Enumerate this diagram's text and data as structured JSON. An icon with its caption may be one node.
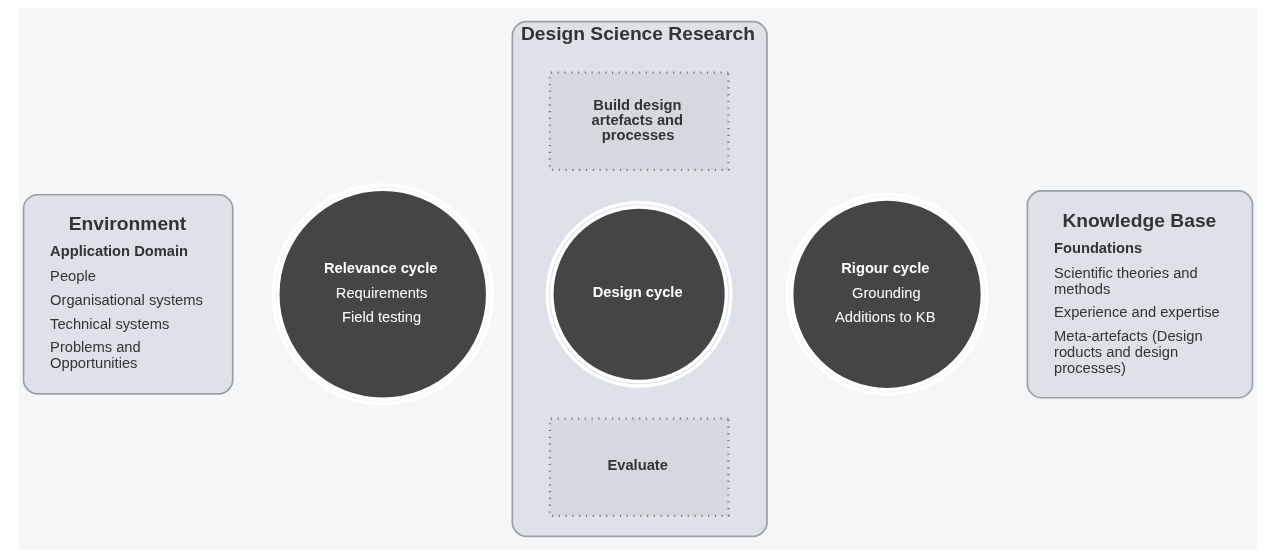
{
  "diagram": {
    "nodes": [
      {
        "text": [
          "Environment",
          "Application Domain",
          "People",
          "Organisational systems",
          "Technical systems",
          "Problems and Opportunities"
        ]
      },
      {
        "text": [
          "Design Science Research"
        ]
      },
      {
        "text": [
          "Build design artefacts and processes"
        ],
        "in": 1
      },
      {
        "text": [
          "Design cycle"
        ],
        "in": 1
      },
      {
        "text": [
          "Evaluate"
        ],
        "in": 1
      },
      {
        "text": [
          "Knowledge Base",
          "Foundations",
          "Scientific theories and methods",
          "Experience and expertise",
          "Meta-artefacts (Design roducts and design processes)"
        ]
      },
      {
        "text": [
          "Relevance cycle",
          "Requirements",
          "Field testing"
        ]
      },
      {
        "text": [
          "Rigour cycle",
          "Grounding",
          "Additions to KB"
        ]
      }
    ]
  }
}
